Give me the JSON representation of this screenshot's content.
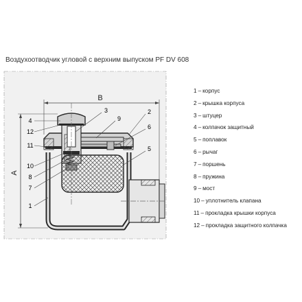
{
  "title": "Воздухоотводчик угловой с верхним выпуском PF DV 608",
  "dimensions": {
    "width": "B",
    "height": "A"
  },
  "callouts": {
    "left": [
      "4",
      "12",
      "11",
      "10",
      "8",
      "7",
      "1"
    ],
    "top": [
      "3",
      "9",
      "2",
      "6",
      "5"
    ]
  },
  "legend": [
    {
      "num": "1",
      "text": "корпус"
    },
    {
      "num": "2",
      "text": "крышка корпуса"
    },
    {
      "num": "3",
      "text": "штуцер"
    },
    {
      "num": "4",
      "text": "колпачок защитный"
    },
    {
      "num": "5",
      "text": "поплавок"
    },
    {
      "num": "6",
      "text": "рычаг"
    },
    {
      "num": "7",
      "text": "поршень"
    },
    {
      "num": "8",
      "text": "пружина"
    },
    {
      "num": "9",
      "text": "мост"
    },
    {
      "num": "10",
      "text": "уплотнитель клапана"
    },
    {
      "num": "11",
      "text": "прокладка крышки корпуса"
    },
    {
      "num": "12",
      "text": "прокладка защитного колпачка"
    }
  ],
  "colors": {
    "line": "#2a2a2a",
    "section_fill": "#e6e6e6",
    "shade": "#bcbcbc",
    "hatch": "#555555",
    "dim": "#666666"
  }
}
